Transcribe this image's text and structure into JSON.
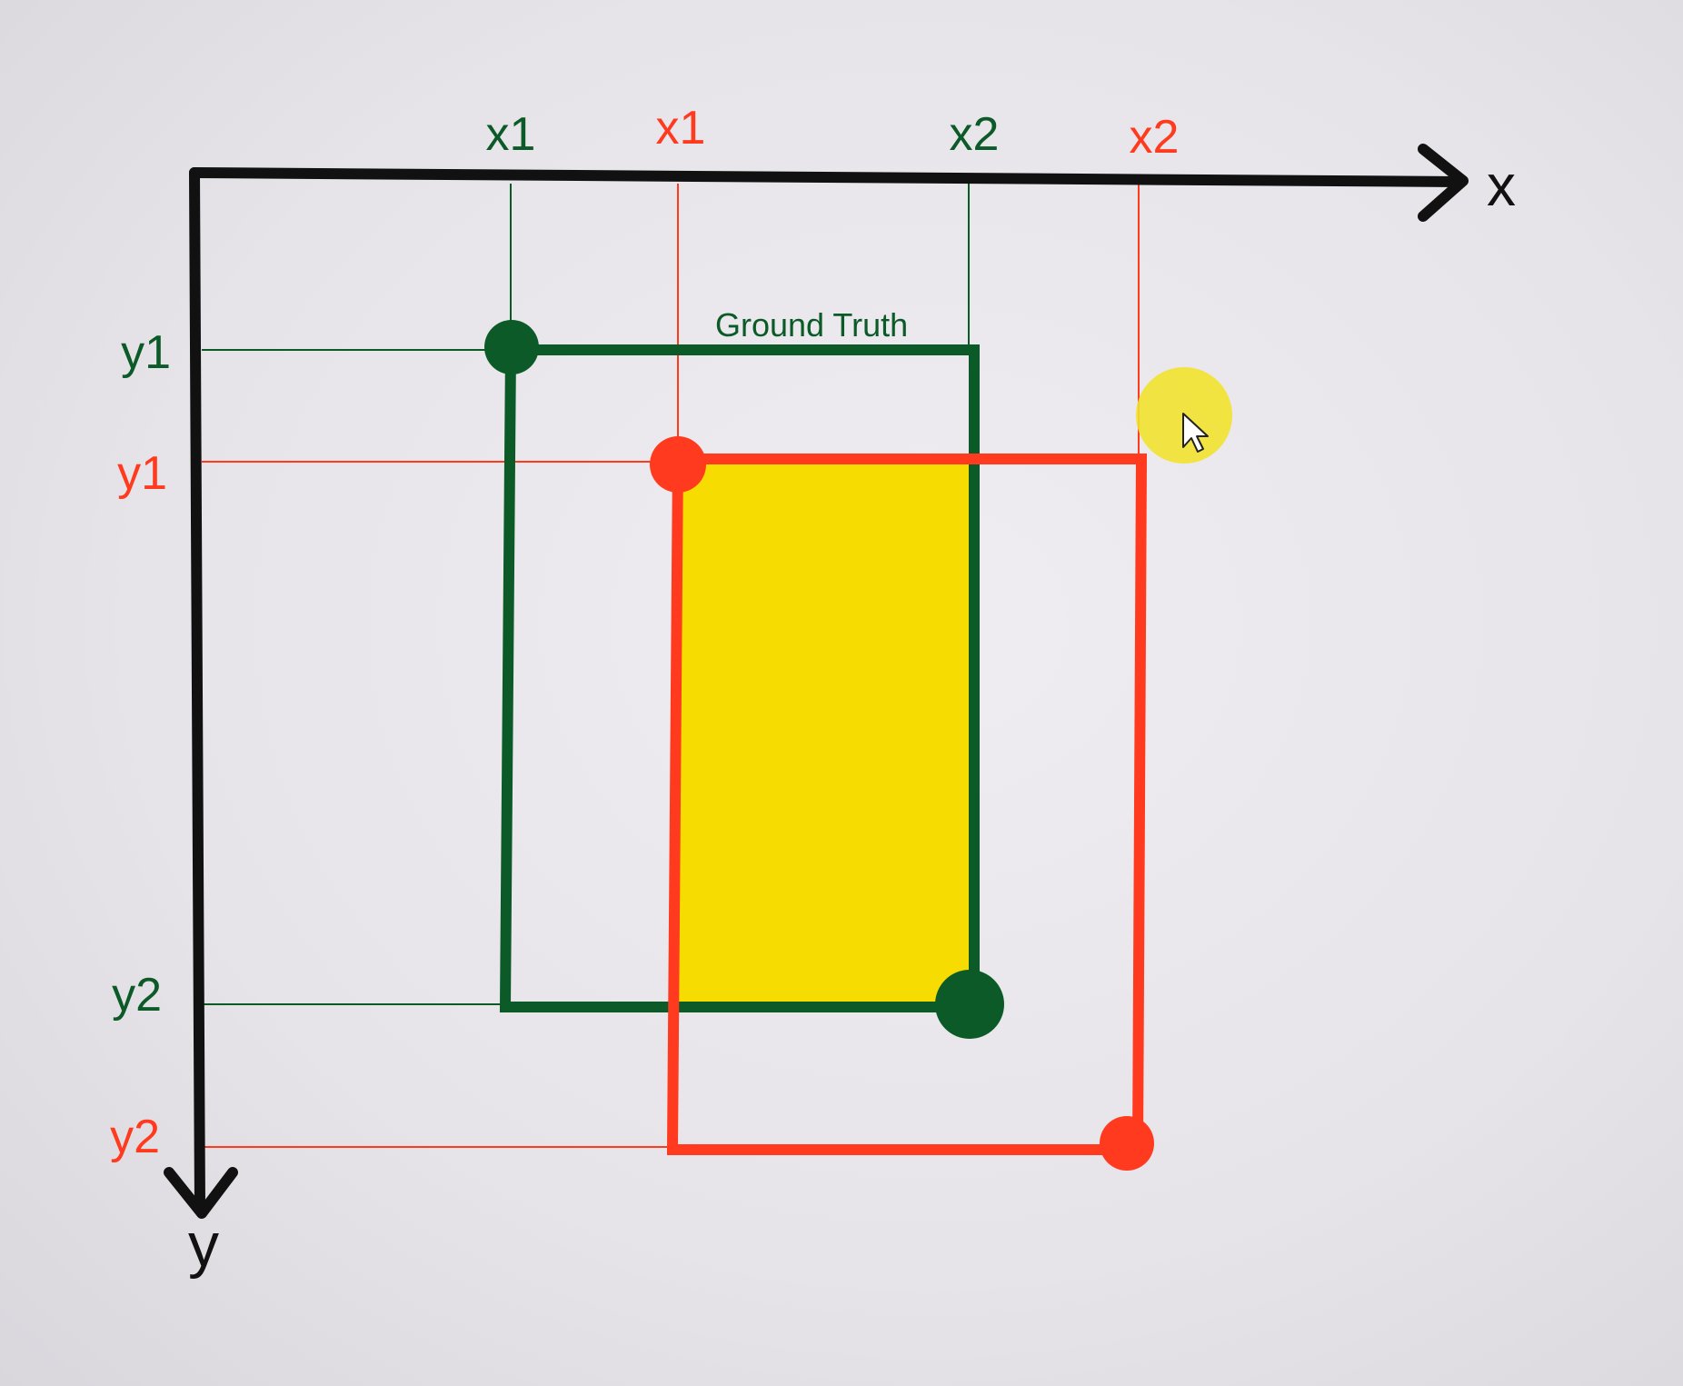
{
  "axes": {
    "x_label": "x",
    "y_label": "y",
    "color": "#111111"
  },
  "ground_truth": {
    "caption": "Ground Truth",
    "color": "#0b5a27",
    "x1_label": "x1",
    "x2_label": "x2",
    "y1_label": "y1",
    "y2_label": "y2"
  },
  "prediction": {
    "color": "#ff3a1e",
    "x1_label": "x1",
    "x2_label": "x2",
    "y1_label": "y1",
    "y2_label": "y2"
  },
  "intersection": {
    "color": "#f6dc00"
  },
  "cursor_highlight": {
    "color": "#f2e22e"
  }
}
